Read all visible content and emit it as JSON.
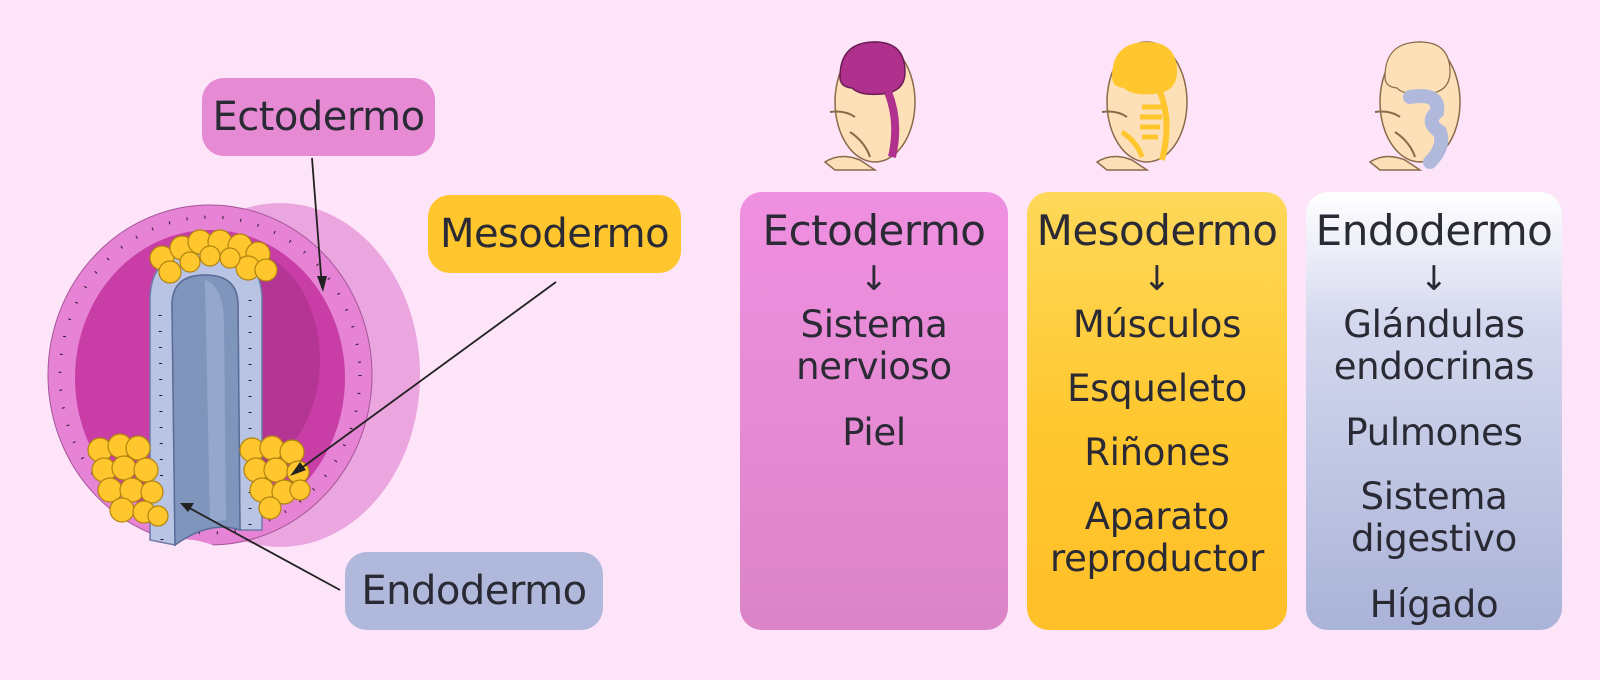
{
  "labels": {
    "ectodermo": "Ectodermo",
    "mesodermo": "Mesodermo",
    "endodermo": "Endodermo"
  },
  "columns": [
    {
      "title": "Ectodermo",
      "arrow": "↓",
      "items": [
        "Sistema nervioso",
        "Piel"
      ],
      "color": "#e68ad4"
    },
    {
      "title": "Mesodermo",
      "arrow": "↓",
      "items": [
        "Músculos",
        "Esqueleto",
        "Riñones",
        "Aparato reproductor"
      ],
      "color": "#ffc62e"
    },
    {
      "title": "Endodermo",
      "arrow": "↓",
      "items": [
        "Glándulas endocrinas",
        "Pulmones",
        "Sistema digestivo",
        "Hígado"
      ],
      "color": "#b0b9db"
    }
  ],
  "colors": {
    "background": "#fde4f8",
    "ectoderm": "#e68ad4",
    "mesoderm": "#ffc62e",
    "endoderm": "#b0b9db",
    "fetus_skin": "#fde0b8"
  }
}
